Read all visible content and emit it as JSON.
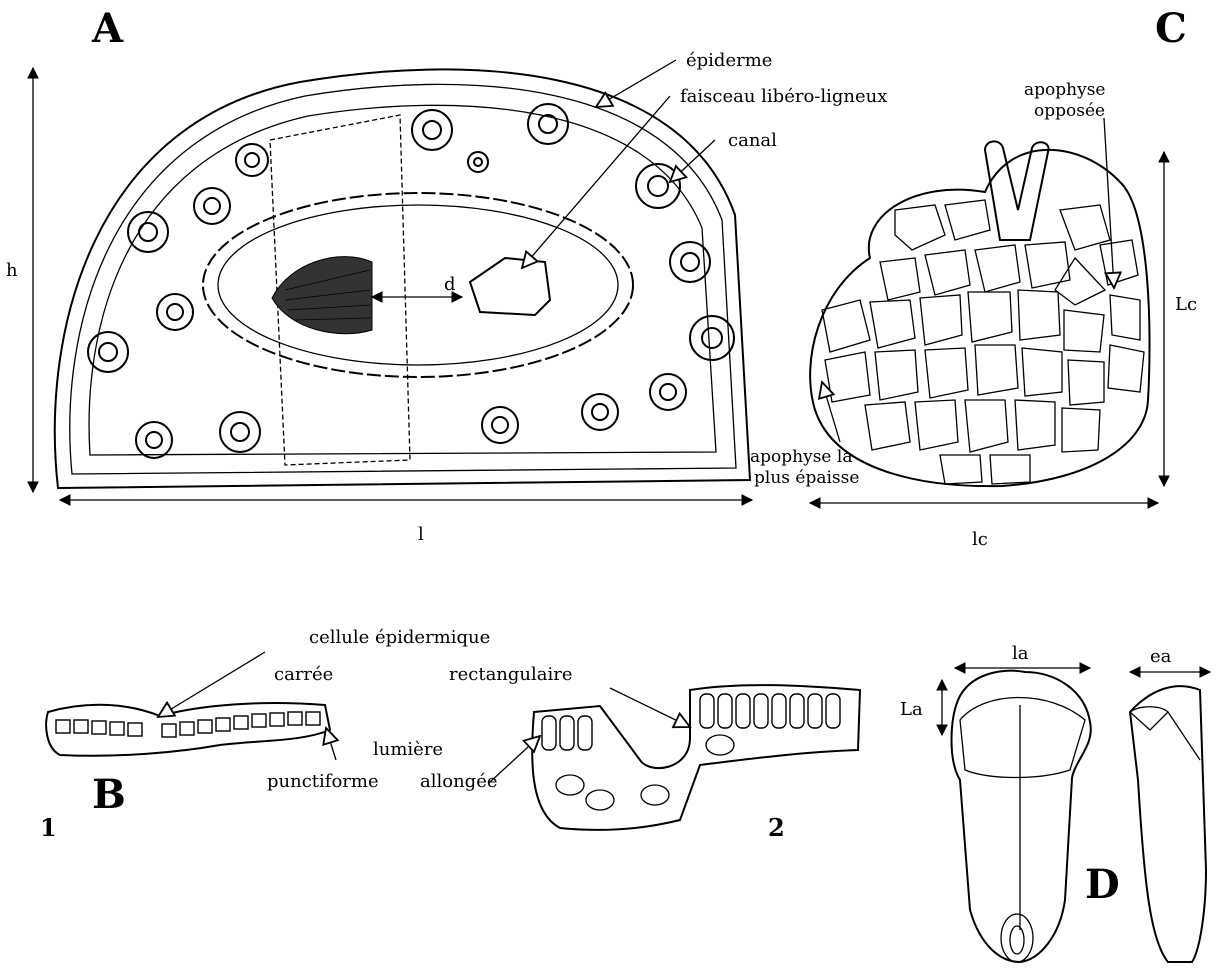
{
  "panels": {
    "A": "A",
    "B": "B",
    "C": "C",
    "D": "D"
  },
  "A": {
    "epiderme": "épiderme",
    "faisceau": "faisceau libéro-ligneux",
    "canal": "canal",
    "h": "h",
    "l": "l",
    "d": "d"
  },
  "B": {
    "cellule": "cellule épidermique",
    "carree": "carrée",
    "rectangulaire": "rectangulaire",
    "lumiere": "lumière",
    "punctiforme": "punctiforme",
    "allongee": "allongée",
    "num1": "1",
    "num2": "2"
  },
  "C": {
    "apophyse_opposee_1": "apophyse",
    "apophyse_opposee_2": "opposée",
    "apophyse_epaisse_1": "apophyse la",
    "apophyse_epaisse_2": "plus épaisse",
    "Lc": "Lc",
    "lc": "lc"
  },
  "D": {
    "la": "la",
    "La": "La",
    "ea": "ea"
  }
}
